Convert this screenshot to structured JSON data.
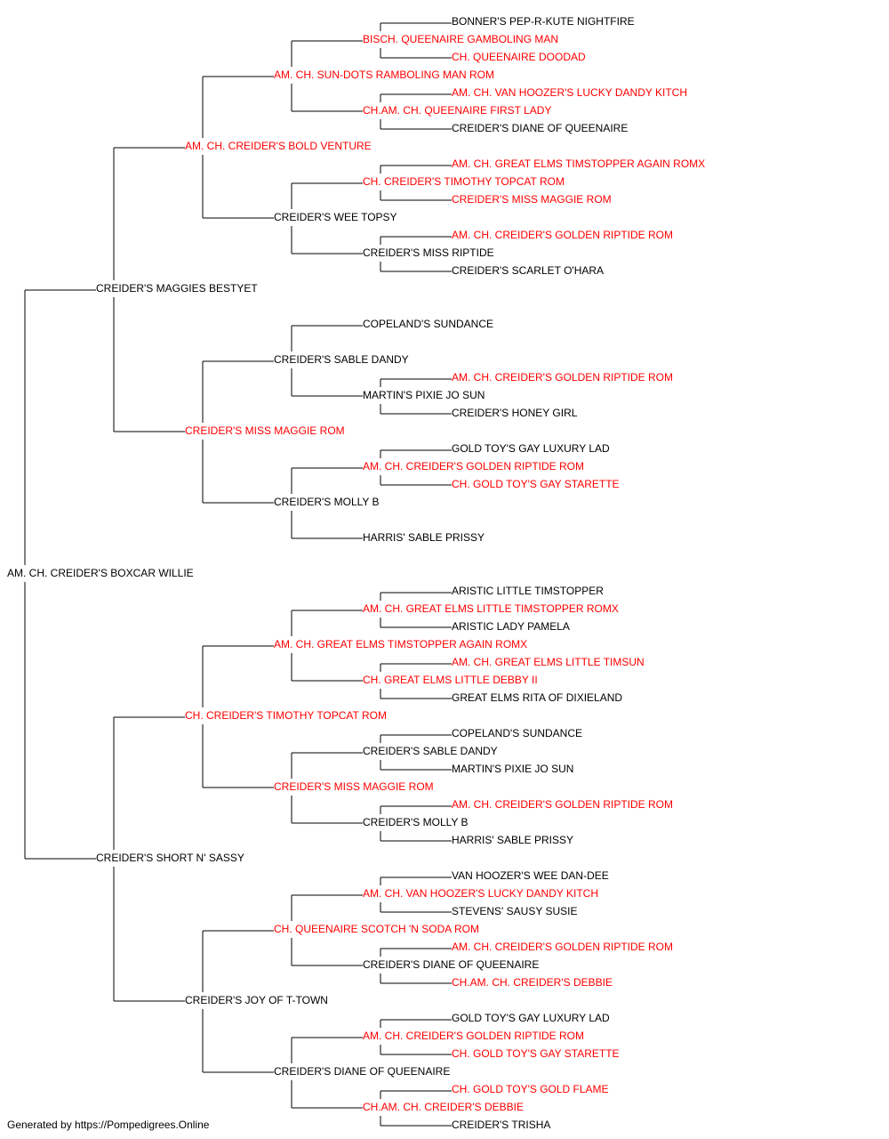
{
  "colors": {
    "titled": "#ff0000",
    "normal": "#000000",
    "line": "#000000"
  },
  "footer": "Generated by https://Pompedigrees.Online",
  "pedigree": {
    "name": "AM. CH. CREIDER'S BOXCAR WILLIE",
    "titled": false,
    "sire": {
      "name": "CREIDER'S MAGGIES BESTYET",
      "titled": false,
      "sire": {
        "name": "AM. CH. CREIDER'S BOLD VENTURE",
        "titled": true,
        "sire": {
          "name": "AM. CH. SUN-DOTS RAMBOLING MAN ROM",
          "titled": true,
          "sire": {
            "name": "BISCH. QUEENAIRE GAMBOLING MAN",
            "titled": true,
            "sire": {
              "name": "BONNER'S PEP-R-KUTE NIGHTFIRE",
              "titled": false
            },
            "dam": {
              "name": "CH. QUEENAIRE DOODAD",
              "titled": true
            }
          },
          "dam": {
            "name": "CH.AM. CH. QUEENAIRE FIRST LADY",
            "titled": true,
            "sire": {
              "name": "AM. CH. VAN HOOZER'S LUCKY DANDY KITCH",
              "titled": true
            },
            "dam": {
              "name": "CREIDER'S DIANE OF QUEENAIRE",
              "titled": false
            }
          }
        },
        "dam": {
          "name": "CREIDER'S WEE TOPSY",
          "titled": false,
          "sire": {
            "name": "CH. CREIDER'S TIMOTHY TOPCAT ROM",
            "titled": true,
            "sire": {
              "name": "AM. CH. GREAT ELMS TIMSTOPPER AGAIN ROMX",
              "titled": true
            },
            "dam": {
              "name": "CREIDER'S MISS MAGGIE ROM",
              "titled": true
            }
          },
          "dam": {
            "name": "CREIDER'S MISS RIPTIDE",
            "titled": false,
            "sire": {
              "name": "AM. CH. CREIDER'S GOLDEN RIPTIDE ROM",
              "titled": true
            },
            "dam": {
              "name": "CREIDER'S SCARLET O'HARA",
              "titled": false
            }
          }
        }
      },
      "dam": {
        "name": "CREIDER'S MISS MAGGIE ROM",
        "titled": true,
        "sire": {
          "name": "CREIDER'S SABLE DANDY",
          "titled": false,
          "sire": {
            "name": "COPELAND'S SUNDANCE",
            "titled": false
          },
          "dam": {
            "name": "MARTIN'S PIXIE JO SUN",
            "titled": false,
            "sire": {
              "name": "AM. CH. CREIDER'S GOLDEN RIPTIDE ROM",
              "titled": true
            },
            "dam": {
              "name": "CREIDER'S HONEY GIRL",
              "titled": false
            }
          }
        },
        "dam": {
          "name": "CREIDER'S MOLLY B",
          "titled": false,
          "sire": {
            "name": "AM. CH. CREIDER'S GOLDEN RIPTIDE ROM",
            "titled": true,
            "sire": {
              "name": "GOLD TOY'S GAY LUXURY LAD",
              "titled": false
            },
            "dam": {
              "name": "CH. GOLD TOY'S GAY STARETTE",
              "titled": true
            }
          },
          "dam": {
            "name": "HARRIS' SABLE PRISSY",
            "titled": false
          }
        }
      }
    },
    "dam": {
      "name": "CREIDER'S SHORT N' SASSY",
      "titled": false,
      "sire": {
        "name": "CH. CREIDER'S TIMOTHY TOPCAT ROM",
        "titled": true,
        "sire": {
          "name": "AM. CH. GREAT ELMS TIMSTOPPER AGAIN ROMX",
          "titled": true,
          "sire": {
            "name": "AM. CH. GREAT ELMS LITTLE TIMSTOPPER ROMX",
            "titled": true,
            "sire": {
              "name": "ARISTIC LITTLE TIMSTOPPER",
              "titled": false
            },
            "dam": {
              "name": "ARISTIC LADY PAMELA",
              "titled": false
            }
          },
          "dam": {
            "name": "CH. GREAT ELMS LITTLE DEBBY II",
            "titled": true,
            "sire": {
              "name": "AM. CH. GREAT ELMS LITTLE TIMSUN",
              "titled": true
            },
            "dam": {
              "name": "GREAT ELMS RITA OF DIXIELAND",
              "titled": false
            }
          }
        },
        "dam": {
          "name": "CREIDER'S MISS MAGGIE ROM",
          "titled": true,
          "sire": {
            "name": "CREIDER'S SABLE DANDY",
            "titled": false,
            "sire": {
              "name": "COPELAND'S SUNDANCE",
              "titled": false
            },
            "dam": {
              "name": "MARTIN'S PIXIE JO SUN",
              "titled": false
            }
          },
          "dam": {
            "name": "CREIDER'S MOLLY B",
            "titled": false,
            "sire": {
              "name": "AM. CH. CREIDER'S GOLDEN RIPTIDE ROM",
              "titled": true
            },
            "dam": {
              "name": "HARRIS' SABLE PRISSY",
              "titled": false
            }
          }
        }
      },
      "dam": {
        "name": "CREIDER'S JOY OF T-TOWN",
        "titled": false,
        "sire": {
          "name": "CH. QUEENAIRE SCOTCH 'N SODA ROM",
          "titled": true,
          "sire": {
            "name": "AM. CH. VAN HOOZER'S LUCKY DANDY KITCH",
            "titled": true,
            "sire": {
              "name": "VAN HOOZER'S WEE DAN-DEE",
              "titled": false
            },
            "dam": {
              "name": "STEVENS' SAUSY SUSIE",
              "titled": false
            }
          },
          "dam": {
            "name": "CREIDER'S DIANE OF QUEENAIRE",
            "titled": false,
            "sire": {
              "name": "AM. CH. CREIDER'S GOLDEN RIPTIDE ROM",
              "titled": true
            },
            "dam": {
              "name": "CH.AM. CH. CREIDER'S DEBBIE",
              "titled": true
            }
          }
        },
        "dam": {
          "name": "CREIDER'S DIANE OF QUEENAIRE",
          "titled": false,
          "sire": {
            "name": "AM. CH. CREIDER'S GOLDEN RIPTIDE ROM",
            "titled": true,
            "sire": {
              "name": "GOLD TOY'S GAY LUXURY LAD",
              "titled": false
            },
            "dam": {
              "name": "CH. GOLD TOY'S GAY STARETTE",
              "titled": true
            }
          },
          "dam": {
            "name": "CH.AM. CH. CREIDER'S DEBBIE",
            "titled": true,
            "sire": {
              "name": "CH. GOLD TOY'S GOLD FLAME",
              "titled": true
            },
            "dam": {
              "name": "CREIDER'S TRISHA",
              "titled": false
            }
          }
        }
      }
    }
  }
}
